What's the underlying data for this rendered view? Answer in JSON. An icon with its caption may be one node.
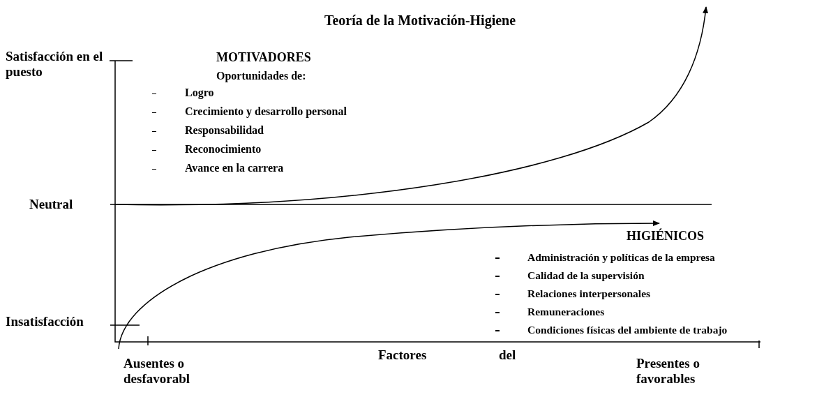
{
  "diagram": {
    "title": "Teoría de la Motivación-Higiene",
    "labels": [
      "Satisfacción en el puesto",
      "MOTIVADORES",
      "Oportunidades de:",
      "Logro",
      "Crecimiento y desarrollo personal",
      "Responsabilidad",
      "Reconocimiento",
      "Avance en la carrera",
      "Neutral",
      "HIGIÉNICOS",
      "Administración y políticas de la empresa",
      "Calidad de la supervisión",
      "Relaciones interpersonales",
      "Remuneraciones",
      "Condiciones físicas del ambiente de trabajo",
      "Insatisfacción",
      "Ausentes o desfavorabl",
      "Factores",
      "del",
      "Presentes o favorables"
    ]
  }
}
